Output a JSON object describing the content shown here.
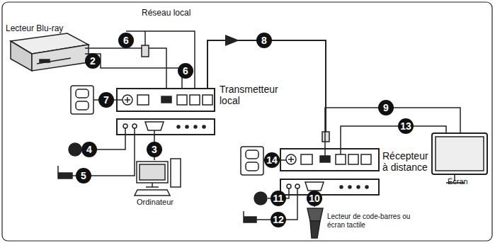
{
  "diagram": {
    "labels": [
      "Réseau local",
      "Lecteur Blu-ray",
      "6",
      "8",
      "2",
      "6",
      "7",
      "Transmetteur local",
      "9",
      "13",
      "Récepteur à distance",
      "4",
      "3",
      "14",
      "5",
      "Ordinateur",
      "Écran",
      "11",
      "10",
      "12",
      "Lecteur de code-barres ou écran tactile"
    ]
  }
}
